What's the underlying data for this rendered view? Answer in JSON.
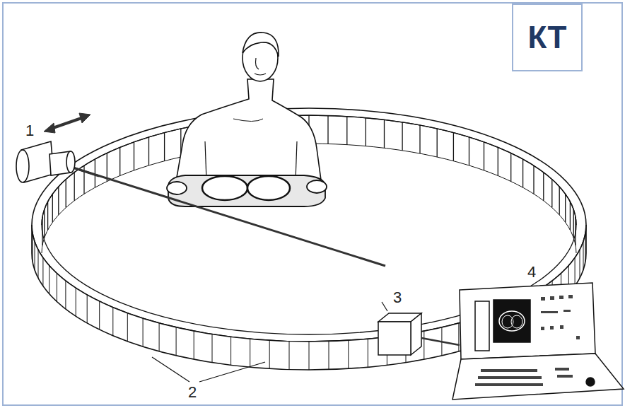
{
  "diagram": {
    "nodes": [
      {
        "text": [
          "КТ"
        ]
      }
    ],
    "labels": [
      "1",
      "2",
      "3",
      "4"
    ]
  }
}
